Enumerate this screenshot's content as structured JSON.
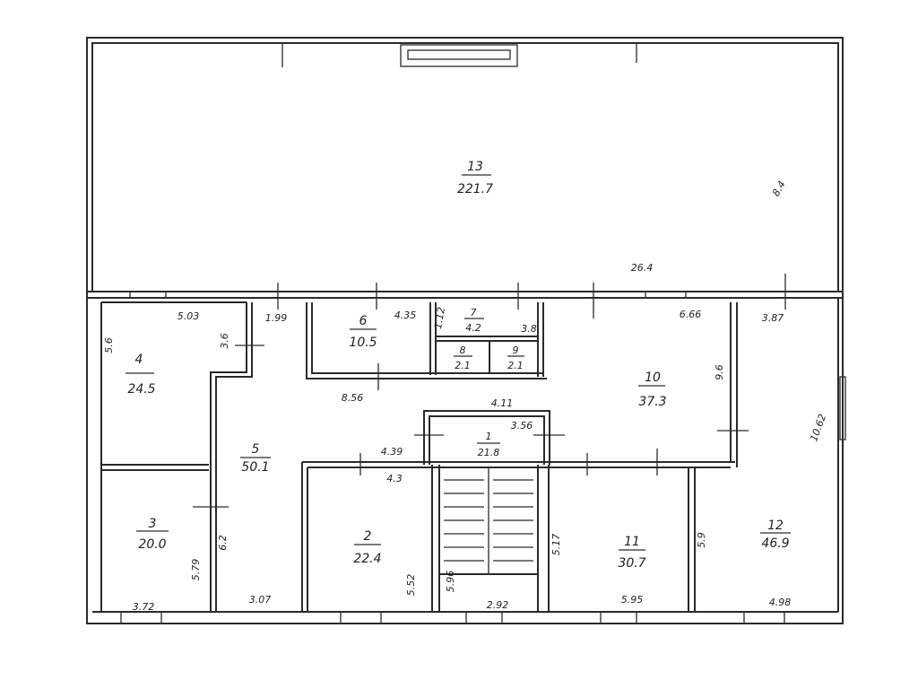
{
  "rooms": [
    {
      "number": "13",
      "area": "221.7"
    },
    {
      "number": "4",
      "area": "24.5"
    },
    {
      "number": "3",
      "area": "20.0"
    },
    {
      "number": "5",
      "area": "50.1"
    },
    {
      "number": "6",
      "area": "10.5"
    },
    {
      "number": "7",
      "area": "4.2"
    },
    {
      "number": "8",
      "area": "2.1"
    },
    {
      "number": "9",
      "area": "2.1"
    },
    {
      "number": "10",
      "area": "37.3"
    },
    {
      "number": "1",
      "area": "21.8"
    },
    {
      "number": "2",
      "area": "22.4"
    },
    {
      "number": "11",
      "area": "30.7"
    },
    {
      "number": "12",
      "area": "46.9"
    }
  ],
  "dimensions": {
    "d_26_4": "26.4",
    "d_8_4": "8.4",
    "d_5_03": "5.03",
    "d_1_99": "1.99",
    "d_4_35": "4.35",
    "d_1_12": "1.12",
    "d_3_8": "3.8",
    "d_6_66": "6.66",
    "d_3_87": "3.87",
    "d_5_6": "5.6",
    "d_3_6": "3.6",
    "d_8_56": "8.56",
    "d_4_11": "4.11",
    "d_3_56": "3.56",
    "d_4_39": "4.39",
    "d_4_3": "4.3",
    "d_9_6": "9.6",
    "d_10_62": "10.62",
    "d_5_79": "5.79",
    "d_6_2": "6.2",
    "d_3_72": "3.72",
    "d_3_07": "3.07",
    "d_5_52": "5.52",
    "d_5_96": "5.96",
    "d_2_92": "2.92",
    "d_5_17": "5.17",
    "d_5_95": "5.95",
    "d_5_9": "5.9",
    "d_4_98": "4.98"
  }
}
